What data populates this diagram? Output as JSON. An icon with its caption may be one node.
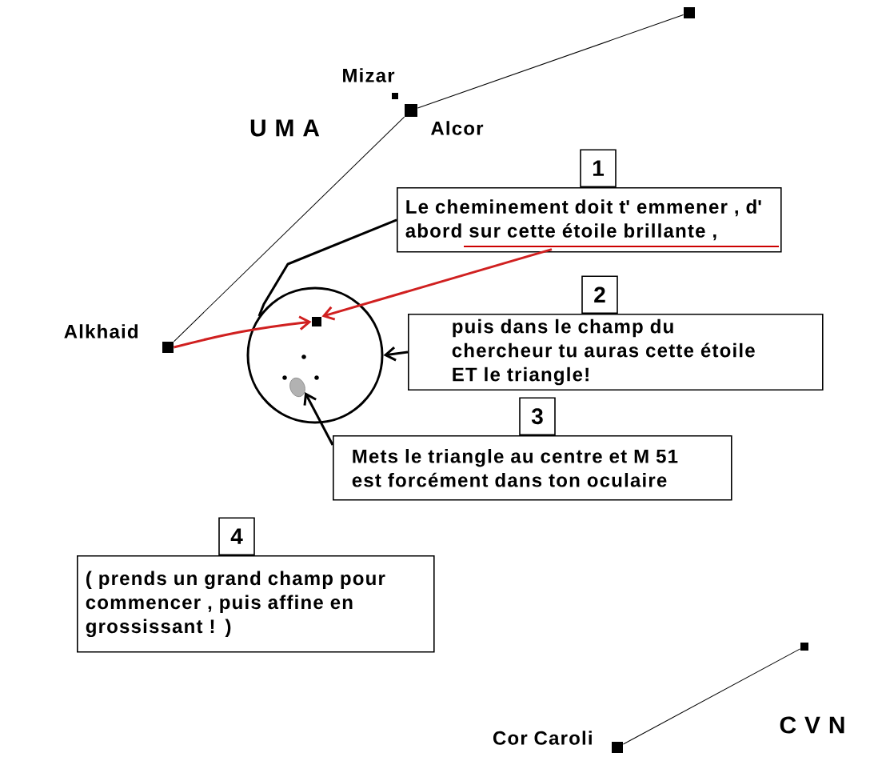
{
  "diagram": {
    "nodes": [
      {
        "text": [],
        "shape": "box"
      },
      {
        "text": [],
        "shape": "box",
        "beside": [
          "Alcor"
        ]
      },
      {
        "text": [],
        "shape": "box",
        "beside": [
          "Mizar"
        ]
      },
      {
        "text": [],
        "shape": "box",
        "beside": [
          "Alkhaid"
        ]
      },
      {
        "text": [],
        "shape": "box",
        "beside": [
          "Cor Caroli"
        ]
      },
      {
        "text": [],
        "shape": "box"
      },
      {
        "text": [],
        "shape": "circle"
      },
      {
        "text": [],
        "shape": "box",
        "in": 6
      },
      {
        "text": [
          "1",
          "Le cheminement doit t' emmener , d' abord sur cette étoile brillante ,"
        ]
      },
      {
        "text": [
          "2",
          "puis dans le champ du chercheur tu auras cette étoile ET le triangle!"
        ]
      },
      {
        "text": [
          "3",
          "Mets le triangle au centre et M 51 est forcément dans ton oculaire"
        ]
      },
      {
        "text": [
          "4",
          "( prends un grand champ pour commencer , puis affine en grossissant ! )"
        ]
      },
      {
        "text": [],
        "shape": "cloud",
        "in": 6
      }
    ],
    "edges": [
      {
        "from": 0,
        "to": 1,
        "arrow": "none"
      },
      {
        "from": 1,
        "to": 3,
        "arrow": "none"
      },
      {
        "from": 4,
        "to": 5,
        "arrow": "none"
      },
      {
        "from": 8,
        "to": 6,
        "arrow": "none"
      },
      {
        "from": 3,
        "to": 7,
        "arrow": "to",
        "color": "#d02020"
      },
      {
        "from": 8,
        "to": 7,
        "arrow": "to",
        "color": "#d02020"
      },
      {
        "from": 9,
        "to": 6,
        "arrow": "to"
      },
      {
        "from": 10,
        "to": 12,
        "arrow": "to"
      }
    ],
    "labels": [
      "U M A",
      "C V N"
    ]
  }
}
